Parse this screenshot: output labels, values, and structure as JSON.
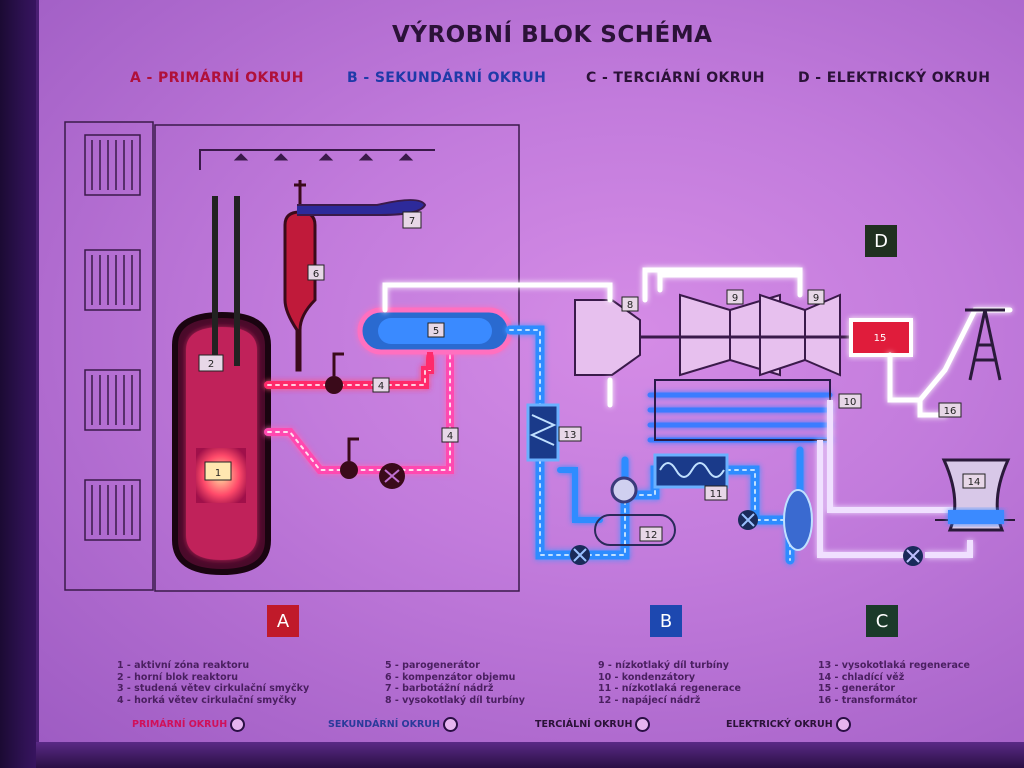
{
  "title": "VÝROBNÍ BLOK SCHÉMA",
  "circuits_top": [
    {
      "label": "A - PRIMÁRNÍ OKRUH",
      "color": "#b0103a"
    },
    {
      "label": "B - SEKUNDÁRNÍ OKRUH",
      "color": "#1f3aa8"
    },
    {
      "label": "C - TERCIÁRNÍ OKRUH",
      "color": "#2b1238"
    },
    {
      "label": "D - ELEKTRICKÝ OKRUH",
      "color": "#2b1238"
    }
  ],
  "section_boxes": {
    "A": "A",
    "B": "B",
    "C": "C",
    "D": "D"
  },
  "colors": {
    "a_box": "#c01a2a",
    "b_box": "#1d48b0",
    "c_box": "#1b3a2a",
    "d_box": "#203020",
    "primary": "#ff2a6a",
    "secondary": "#2d8cff",
    "electric": "#ffffff"
  },
  "component_numbers": {
    "n1": "1",
    "n2": "2",
    "n4a": "4",
    "n4b": "4",
    "n5": "5",
    "n6": "6",
    "n7": "7",
    "n8": "8",
    "n9a": "9",
    "n9b": "9",
    "n10": "10",
    "n11": "11",
    "n12": "12",
    "n13": "13",
    "n14": "14",
    "n15": "15",
    "n16": "16"
  },
  "legend_list": {
    "col1": [
      "1 - aktivní zóna reaktoru",
      "2 - horní blok reaktoru",
      "3 - studená větev cirkulační smyčky",
      "4 - horká větev cirkulační smyčky"
    ],
    "col2": [
      "5 - parogenerátor",
      "6 - kompenzátor objemu",
      "7 - barbotážní nádrž",
      "8 - vysokotlaký díl turbíny"
    ],
    "col3": [
      "9 - nízkotlaký díl turbíny",
      "10 - kondenzátory",
      "11 - nízkotlaká regenerace",
      "12 - napájecí nádrž"
    ],
    "col4": [
      "13 - vysokotlaká regenerace",
      "14 - chladící věž",
      "15 - generátor",
      "16 - transformátor"
    ]
  },
  "circuit_buttons": [
    {
      "label": "PRIMÁRNÍ OKRUH",
      "color": "#d0105a"
    },
    {
      "label": "SEKUNDÁRNÍ OKRUH",
      "color": "#2a3a9a"
    },
    {
      "label": "TERCIÁLNÍ OKRUH",
      "color": "#2b1238"
    },
    {
      "label": "ELEKTRICKÝ OKRUH",
      "color": "#2b1238"
    }
  ]
}
